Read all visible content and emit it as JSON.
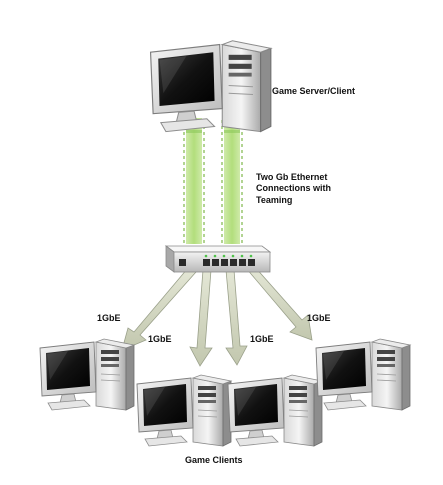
{
  "labels": {
    "server": "Game Server/Client",
    "ethernet_line1": "Two Gb Ethernet",
    "ethernet_line2": "Connections with",
    "ethernet_line3": "Teaming",
    "link_1": "1GbE",
    "link_2": "1GbE",
    "link_3": "1GbE",
    "link_4": "1GbE",
    "clients": "Game Clients"
  },
  "colors": {
    "uplink_green": "#9fd36a",
    "uplink_dark": "#6fa83c",
    "arrow_fill": "#c9cdb8",
    "arrow_stroke": "#9aa08a",
    "switch_port_green": "#4fc24a"
  },
  "icons": {
    "server": "desktop-computer-icon",
    "switch": "network-switch-icon",
    "client": "desktop-computer-icon"
  }
}
